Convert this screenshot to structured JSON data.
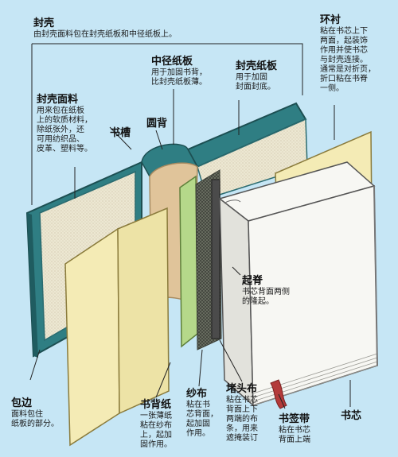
{
  "labels": {
    "cover": {
      "title": "封壳",
      "desc": "由封壳面料包在封壳纸板和中径纸板上。"
    },
    "cover_cloth": {
      "title": "封壳面料",
      "desc": [
        "用来包在纸板",
        "上的软质材料，",
        "除纸张外，还",
        "可用纺织品、",
        "皮革、塑料等。"
      ]
    },
    "spine_board": {
      "title": "中径纸板",
      "desc": [
        "用于加固书背，",
        "比封壳纸板薄。"
      ]
    },
    "cover_board": {
      "title": "封壳纸板",
      "desc": [
        "用于加固",
        "封面封底。"
      ]
    },
    "endpaper": {
      "title": "环衬",
      "desc": [
        "粘在书芯上下",
        "两面，起装饰",
        "作用并使书芯",
        "与封壳连接。",
        "通常是对折页，",
        "折口粘在书脊",
        "一侧。"
      ]
    },
    "groove": {
      "title": "书槽"
    },
    "round_back": {
      "title": "圆背"
    },
    "ridge": {
      "title": "起脊",
      "desc": [
        "书芯背面两侧",
        "的隆起。"
      ]
    },
    "turn_in": {
      "title": "包边",
      "desc": [
        "面料包住",
        "纸板的部分。"
      ]
    },
    "back_paper": {
      "title": "书背纸",
      "desc": [
        "一张薄纸",
        "粘在纱布",
        "上，起加",
        "固作用。"
      ]
    },
    "gauze": {
      "title": "纱布",
      "desc": [
        "粘在书",
        "芯背面，",
        "起加固",
        "作用。"
      ]
    },
    "headband": {
      "title": "堵头布",
      "desc": [
        "粘在书芯",
        "背面上下",
        "两端的布",
        "条，用来",
        "遮掩装订"
      ]
    },
    "ribbon": {
      "title": "书签带",
      "desc": [
        "粘在书芯",
        "背面上端"
      ]
    },
    "book_block": {
      "title": "书芯"
    }
  },
  "colors": {
    "background": "#c6e6f5",
    "cover_cloth": "#2f7e83",
    "cover_dark": "#1f5c60",
    "cover_board_fill": "#ede9d5",
    "paper_yellow": "#f4ebb5",
    "gauze_green": "#8fc55a",
    "backing_tan": "#e0c49a",
    "page_white": "#f7f7f3",
    "ribbon_red": "#b33a3a"
  }
}
